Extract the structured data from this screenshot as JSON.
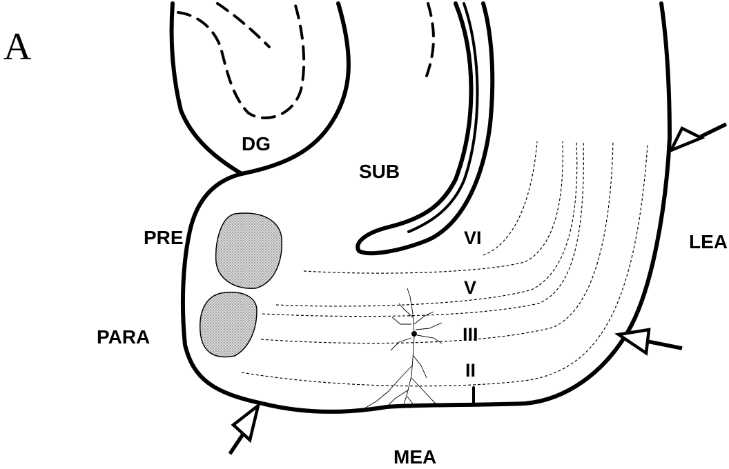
{
  "panel_letter": "A",
  "regions": {
    "dg": "DG",
    "sub": "SUB",
    "pre": "PRE",
    "para": "PARA",
    "lea": "LEA",
    "mea": "MEA"
  },
  "layers": {
    "vi": "VI",
    "v": "V",
    "iii": "III",
    "ii": "II"
  },
  "colors": {
    "outline": "#000000",
    "blob_fill": "#c8c8c8",
    "background": "#ffffff"
  }
}
